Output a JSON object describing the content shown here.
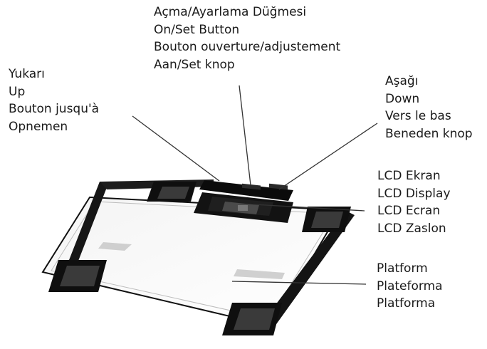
{
  "labels": {
    "on_set": [
      "Açma/Ayarlama Düğmesi",
      "On/Set Button",
      "Bouton ouverture/adjustement",
      "Aan/Set knop"
    ],
    "up": [
      "Yukarı",
      "Up",
      "Bouton jusqu'à",
      "Opnemen"
    ],
    "down": [
      "Aşağı",
      "Down",
      "Vers le bas",
      "Beneden knop"
    ],
    "lcd": [
      "LCD Ekran",
      "LCD Display",
      "LCD Ecran",
      "LCD Zaslon"
    ],
    "platform": [
      "Platform",
      "Plateforma",
      "Platforma"
    ]
  }
}
